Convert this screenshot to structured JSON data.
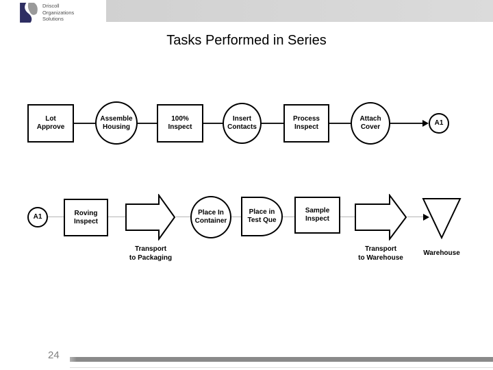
{
  "brand": {
    "lines": [
      "Driscoll",
      "Organizations",
      "Solutions"
    ]
  },
  "slide": {
    "title": "Tasks Performed in Series",
    "page_number": "24"
  },
  "diagram": {
    "row1": {
      "nodes": [
        {
          "shape": "process-rectangle",
          "label": "Lot\nApprove"
        },
        {
          "shape": "operation-circle",
          "label": "Assemble\nHousing"
        },
        {
          "shape": "process-rectangle",
          "label": "100%\nInspect"
        },
        {
          "shape": "operation-circle",
          "label": "Insert\nContacts"
        },
        {
          "shape": "process-rectangle",
          "label": "Process\nInspect"
        },
        {
          "shape": "operation-circle",
          "label": "Attach\nCover"
        },
        {
          "shape": "offpage-connector",
          "label": "A1"
        }
      ]
    },
    "row2": {
      "nodes": [
        {
          "shape": "offpage-connector",
          "label": "A1"
        },
        {
          "shape": "process-rectangle",
          "label": "Roving\nInspect"
        },
        {
          "shape": "transport-arrow",
          "caption": "Transport\nto Packaging"
        },
        {
          "shape": "operation-circle",
          "label": "Place In\nContainer"
        },
        {
          "shape": "delay",
          "label": "Place in\nTest Que"
        },
        {
          "shape": "process-rectangle",
          "label": "Sample\nInspect"
        },
        {
          "shape": "transport-arrow",
          "caption": "Transport\nto Warehouse"
        },
        {
          "shape": "storage-triangle",
          "caption": "Warehouse"
        }
      ]
    }
  },
  "colors": {
    "logo_navy": "#2e2e62",
    "logo_gray": "#9a9a9a",
    "header_bar": "#d4d4d4",
    "footer_bar": "#8c8c8c",
    "connector_faint": "#b5b5b5"
  }
}
